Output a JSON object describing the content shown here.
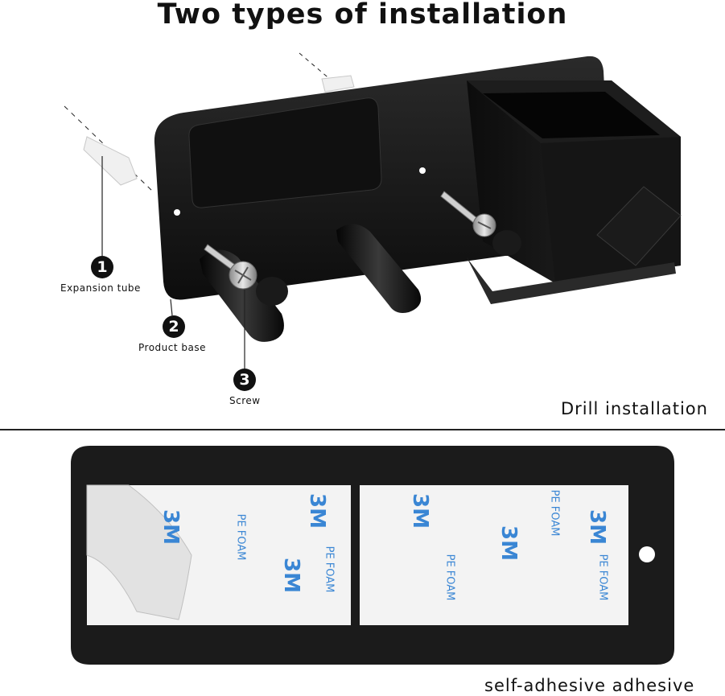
{
  "title": "Two types of installation",
  "parts": [
    {
      "number": "1",
      "label": "Expansion tube"
    },
    {
      "number": "2",
      "label": "Product base"
    },
    {
      "number": "3",
      "label": "Screw"
    }
  ],
  "drill_caption": "Drill installation",
  "adhesive_caption": "self-adhesive adhesive",
  "tape_brand": "3M",
  "tape_material": "PE FOAM",
  "colors": {
    "product": "#151515",
    "tape_print": "#3a86d4",
    "liner": "#f3f3f3"
  }
}
